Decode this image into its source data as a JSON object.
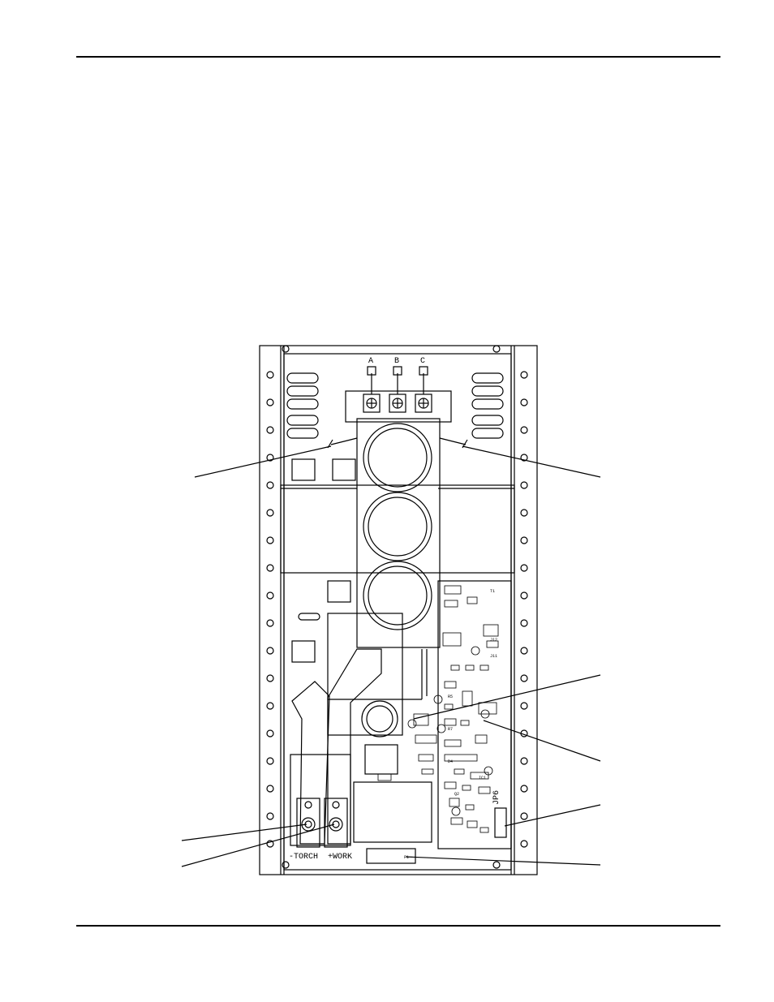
{
  "document": {
    "phase_labels": [
      "A",
      "B",
      "C"
    ],
    "terminal_torch": "-TORCH",
    "terminal_work": "+WORK",
    "connector_label": "JP6",
    "board_marks": [
      "T1",
      "J12",
      "J11",
      "R5",
      "R7",
      "D4",
      "Q2",
      "IC1",
      "F1"
    ]
  }
}
